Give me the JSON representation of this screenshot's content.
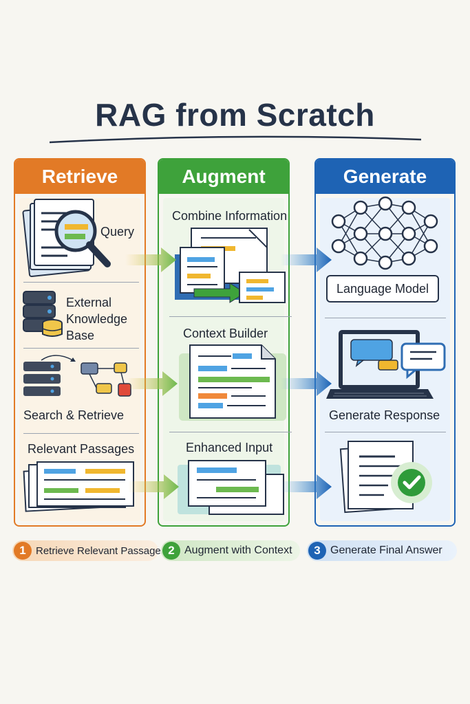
{
  "title": "RAG from Scratch",
  "columns": [
    {
      "header": "Retrieve",
      "labels": [
        "Query",
        "External Knowledge Base",
        "Search & Retrieve",
        "Relevant Passages"
      ],
      "color": "#e27a26"
    },
    {
      "header": "Augment",
      "labels": [
        "Combine Information",
        "Context Builder",
        "Enhanced Input"
      ],
      "color": "#3ea23b"
    },
    {
      "header": "Generate",
      "labels": [
        "Language Model",
        "Generate Response"
      ],
      "color": "#1e63b4"
    }
  ],
  "steps": [
    {
      "number": "1",
      "label": "Retrieve Relevant Passages",
      "color": "#e27a26"
    },
    {
      "number": "2",
      "label": "Augment with Context",
      "color": "#3ea23b"
    },
    {
      "number": "3",
      "label": "Generate Final Answer",
      "color": "#1e63b4"
    }
  ],
  "icons": [
    "document-search-icon",
    "database-icon",
    "network-search-icon",
    "documents-icon",
    "merge-documents-icon",
    "context-document-icon",
    "enhanced-input-icon",
    "neural-network-icon",
    "laptop-chat-icon",
    "answer-check-icon",
    "arrow-right-icon"
  ]
}
